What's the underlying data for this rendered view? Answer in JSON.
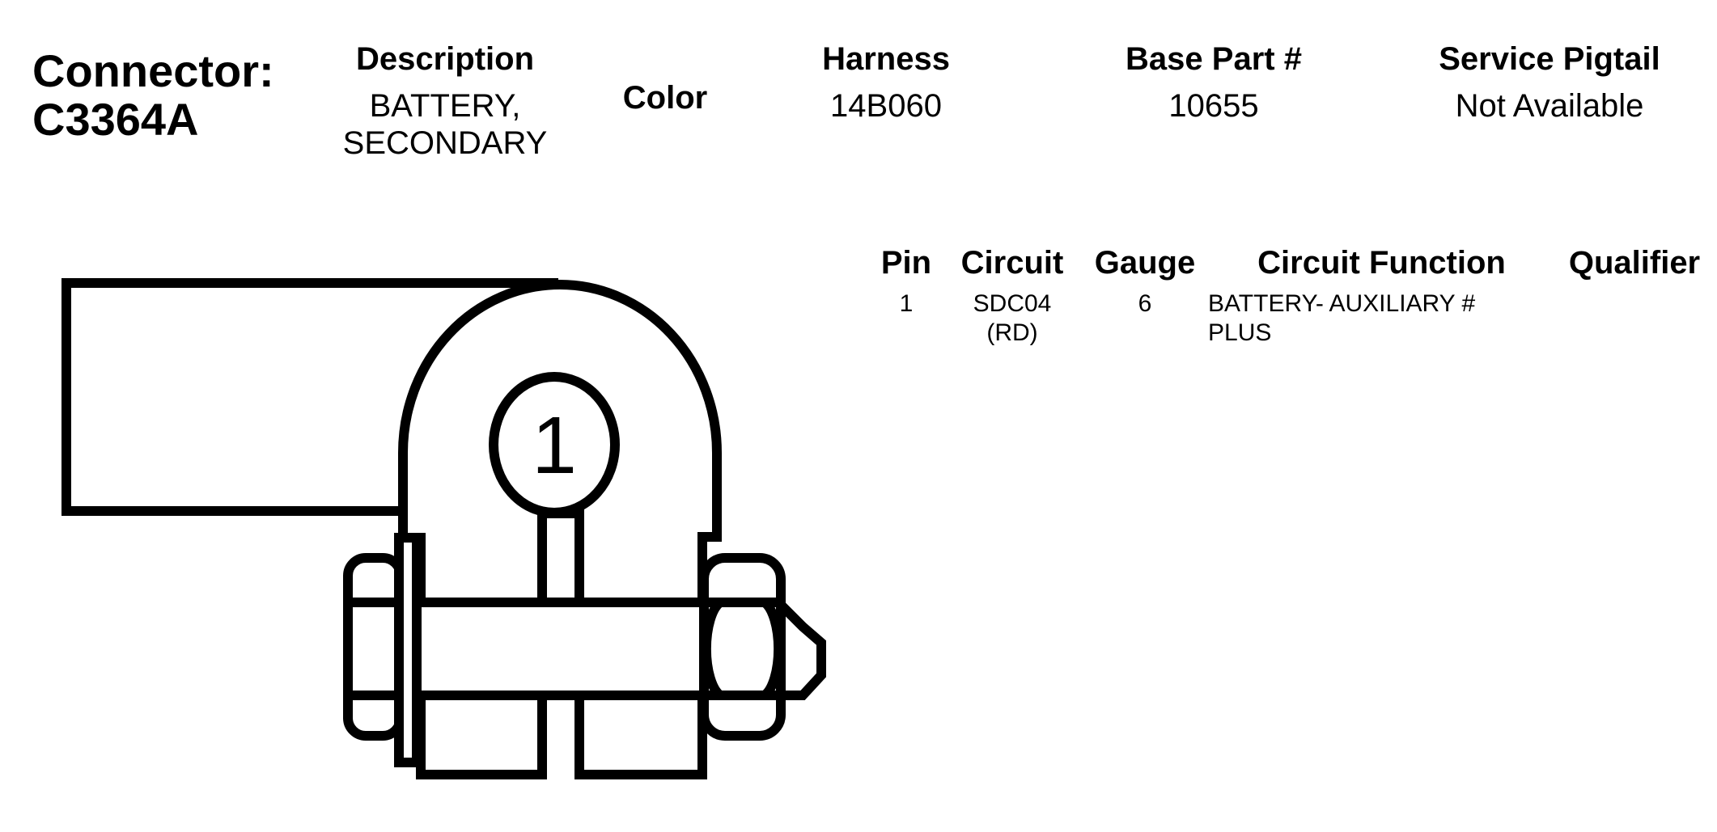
{
  "connector": {
    "label": "Connector:",
    "id": "C3364A"
  },
  "header": {
    "description": {
      "label": "Description",
      "line1": "BATTERY,",
      "line2": "SECONDARY"
    },
    "color": {
      "label": "Color"
    },
    "harness": {
      "label": "Harness",
      "value": "14B060"
    },
    "base_part": {
      "label": "Base Part #",
      "value": "10655"
    },
    "service_pigtail": {
      "label": "Service Pigtail",
      "value": "Not Available"
    }
  },
  "pin_table": {
    "columns": [
      "Pin",
      "Circuit",
      "Gauge",
      "Circuit Function",
      "Qualifier"
    ],
    "rows": [
      {
        "pin": "1",
        "circuit_line1": "SDC04",
        "circuit_line2": "(RD)",
        "gauge": "6",
        "function_line1": "BATTERY- AUXILIARY #",
        "function_line2": "PLUS",
        "qualifier": ""
      }
    ]
  },
  "diagram": {
    "pin_label": "1",
    "stroke_color": "#000000",
    "fill_color": "#ffffff"
  }
}
